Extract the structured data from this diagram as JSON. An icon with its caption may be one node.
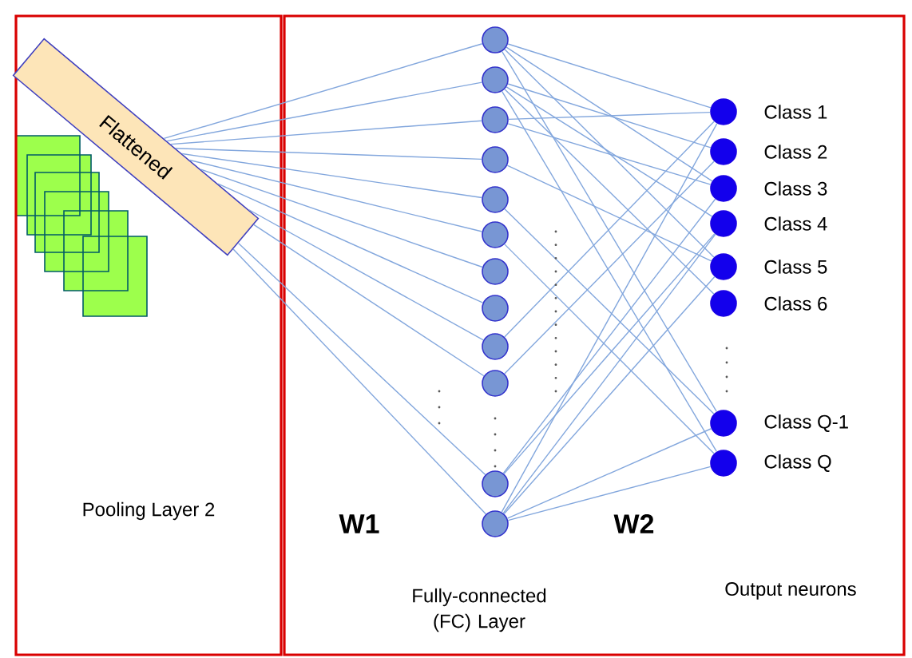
{
  "diagram": {
    "nodes": [
      {
        "text": [
          "Pooling Layer 2"
        ]
      },
      {
        "text": [],
        "shape": "box"
      },
      {
        "text": [
          "Flattened"
        ],
        "in": 0
      },
      {
        "text": [],
        "shape": "circle",
        "in": 1
      },
      {
        "text": [],
        "shape": "circle",
        "in": 1
      },
      {
        "text": [],
        "shape": "circle",
        "in": 1
      },
      {
        "text": [],
        "shape": "circle",
        "in": 1
      },
      {
        "text": [],
        "shape": "circle",
        "in": 1
      },
      {
        "text": [],
        "shape": "circle",
        "in": 1
      },
      {
        "text": [],
        "shape": "circle",
        "in": 1
      },
      {
        "text": [],
        "shape": "circle",
        "in": 1
      },
      {
        "text": [],
        "shape": "circle",
        "in": 1
      },
      {
        "text": [],
        "shape": "circle",
        "in": 1
      },
      {
        "text": [],
        "shape": "circle",
        "in": 1
      },
      {
        "text": [],
        "shape": "circle",
        "in": 1
      },
      {
        "text": [],
        "shape": "circle",
        "in": 1,
        "beside": [
          "Class 1"
        ]
      },
      {
        "text": [],
        "shape": "circle",
        "in": 1,
        "beside": [
          "Class 2"
        ]
      },
      {
        "text": [],
        "shape": "circle",
        "in": 1,
        "beside": [
          "Class 3"
        ]
      },
      {
        "text": [],
        "shape": "circle",
        "in": 1,
        "beside": [
          "Class 4"
        ]
      },
      {
        "text": [],
        "shape": "circle",
        "in": 1,
        "beside": [
          "Class 5"
        ]
      },
      {
        "text": [],
        "shape": "circle",
        "in": 1,
        "beside": [
          "Class 6"
        ]
      },
      {
        "text": [],
        "shape": "circle",
        "in": 1,
        "beside": [
          "Class Q-1"
        ]
      },
      {
        "text": [],
        "shape": "circle",
        "in": 1,
        "beside": [
          "Class Q"
        ]
      }
    ],
    "edges": [
      {
        "from": 2,
        "to": 3,
        "arrow": "none"
      },
      {
        "from": 2,
        "to": 4,
        "arrow": "none"
      },
      {
        "from": 2,
        "to": 5,
        "arrow": "none"
      },
      {
        "from": 2,
        "to": 6,
        "arrow": "none"
      },
      {
        "from": 2,
        "to": 7,
        "arrow": "none"
      },
      {
        "from": 2,
        "to": 8,
        "arrow": "none"
      },
      {
        "from": 2,
        "to": 9,
        "arrow": "none"
      },
      {
        "from": 2,
        "to": 10,
        "arrow": "none"
      },
      {
        "from": 2,
        "to": 11,
        "arrow": "none"
      },
      {
        "from": 2,
        "to": 12,
        "arrow": "none"
      },
      {
        "from": 2,
        "to": 13,
        "arrow": "none"
      },
      {
        "from": 2,
        "to": 14,
        "arrow": "none"
      },
      {
        "from": 3,
        "to": 15,
        "arrow": "none"
      },
      {
        "from": 3,
        "to": 17,
        "arrow": "none"
      },
      {
        "from": 3,
        "to": 19,
        "arrow": "none"
      },
      {
        "from": 3,
        "to": 21,
        "arrow": "none"
      },
      {
        "from": 4,
        "to": 16,
        "arrow": "none"
      },
      {
        "from": 4,
        "to": 18,
        "arrow": "none"
      },
      {
        "from": 4,
        "to": 20,
        "arrow": "none"
      },
      {
        "from": 4,
        "to": 22,
        "arrow": "none"
      },
      {
        "from": 5,
        "to": 15,
        "arrow": "none"
      },
      {
        "from": 5,
        "to": 17,
        "arrow": "none"
      },
      {
        "from": 6,
        "to": 19,
        "arrow": "none"
      },
      {
        "from": 7,
        "to": 21,
        "arrow": "none"
      },
      {
        "from": 8,
        "to": 22,
        "arrow": "none"
      },
      {
        "from": 11,
        "to": 15,
        "arrow": "none"
      },
      {
        "from": 12,
        "to": 16,
        "arrow": "none"
      },
      {
        "from": 13,
        "to": 17,
        "arrow": "none"
      },
      {
        "from": 13,
        "to": 18,
        "arrow": "none"
      },
      {
        "from": 14,
        "to": 15,
        "arrow": "none"
      },
      {
        "from": 14,
        "to": 18,
        "arrow": "none"
      },
      {
        "from": 14,
        "to": 19,
        "arrow": "none"
      },
      {
        "from": 14,
        "to": 21,
        "arrow": "none"
      },
      {
        "from": 14,
        "to": 22,
        "arrow": "none"
      }
    ],
    "labels": [
      "W1",
      "W2",
      "Fully-connected (FC) Layer",
      "Output neurons"
    ]
  }
}
